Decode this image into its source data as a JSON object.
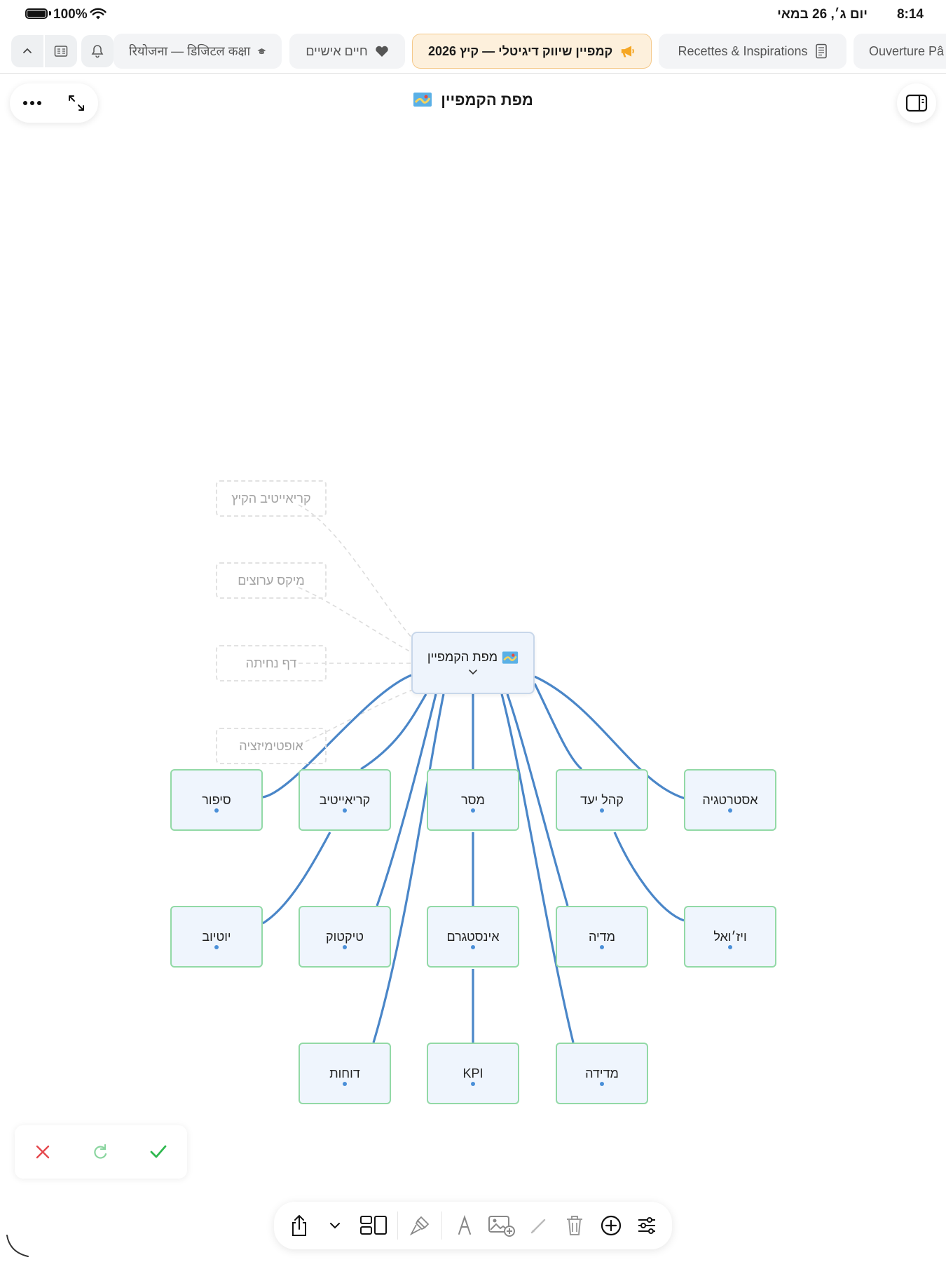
{
  "status_bar": {
    "battery": "100%",
    "time": "8:14",
    "date": "יום ג׳, 26 במאי"
  },
  "tabs": [
    {
      "label": "रियोजना — डिजिटल कक्षा",
      "icon": "graduation-cap-icon"
    },
    {
      "label": "חיים אישיים",
      "icon": "heart-icon"
    },
    {
      "label": "קמפיין שיווק דיגיטלי — קיץ 2026",
      "icon": "megaphone-icon",
      "active": true
    },
    {
      "label": "Recettes & Inspirations",
      "icon": "notebook-icon"
    },
    {
      "label": "Ouverture Pâ",
      "icon": ""
    }
  ],
  "document": {
    "title": "מפת הקמפיין",
    "icon": "map-icon"
  },
  "mind_map": {
    "root": {
      "label": "מפת הקמפיין"
    },
    "ghost_nodes": [
      "קריאייטיב הקיץ",
      "מיקס ערוצים",
      "דף נחיתה",
      "אופטימיזציה"
    ],
    "nodes": {
      "strategy": "אסטרטגיה",
      "audience": "קהל יעד",
      "message": "מסר",
      "creative": "קריאייטיב",
      "story": "סיפור",
      "visual": "ויז׳ואל",
      "media": "מדיה",
      "instagram": "אינסטגרם",
      "tiktok": "טיקטוק",
      "youtube": "יוטיוב",
      "measurement": "מדידה",
      "kpi": "KPI",
      "reports": "דוחות"
    }
  },
  "colors": {
    "link": "#4a86c8",
    "node_border": "#92d9a6",
    "node_fill": "#eff5fd",
    "accent": "#f5a623"
  }
}
